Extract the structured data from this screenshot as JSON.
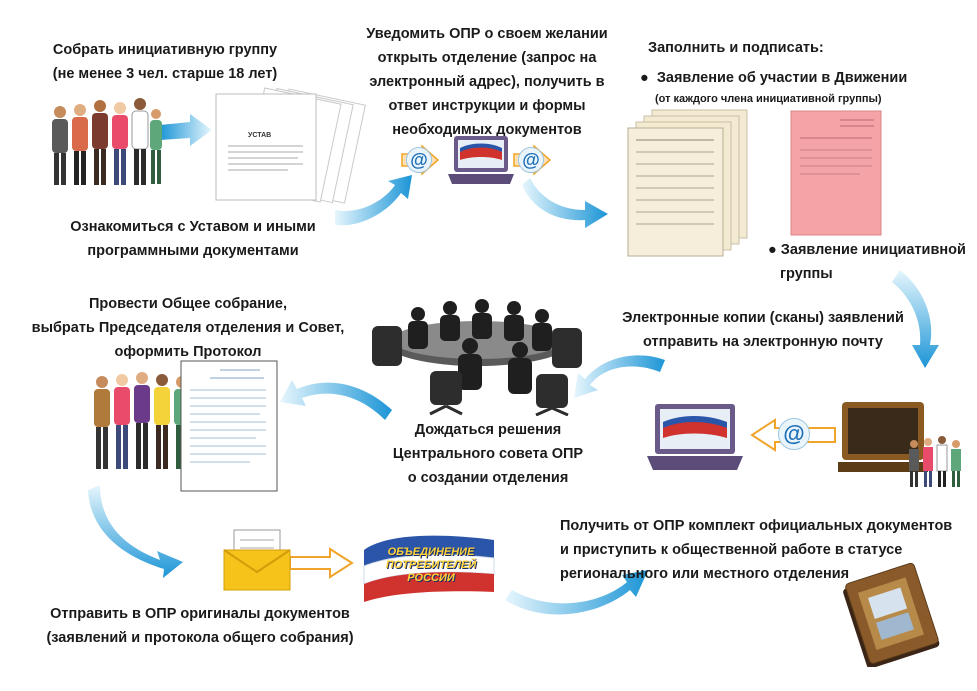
{
  "steps": {
    "s1": {
      "l1": "Собрать инициативную группу",
      "l2": "(не менее 3 чел. старше  18 лет)"
    },
    "s2": {
      "l1": "Ознакомиться с Уставом и иными",
      "l2": "программными документами"
    },
    "s3": {
      "l1": "Уведомить  ОПР о своем желании",
      "l2": "открыть отделение (запрос на",
      "l3": "электронный адрес), получить в",
      "l4": "ответ  инструкции и формы",
      "l5": "необходимых документов"
    },
    "s4": {
      "title": "Заполнить и подписать:",
      "b1": "Заявление об участии в Движении",
      "b1_note": "(от каждого члена инициативной группы)",
      "b2_l1": "Заявление инициативной",
      "b2_l2": "группы"
    },
    "s5": {
      "l1": "Электронные копии (сканы) заявлений",
      "l2": "отправить на электронную почту"
    },
    "s6": {
      "l1": "Дождаться решения",
      "l2": "Центрального совета ОПР",
      "l3": "о  создании отделения"
    },
    "s7": {
      "l1": "Провести  Общее собрание,",
      "l2": "выбрать Председателя отделения и Совет,",
      "l3": "оформить Протокол"
    },
    "s8": {
      "l1": "Отправить в ОПР оригиналы документов",
      "l2": "(заявлений и протокола общего собрания)"
    },
    "s9": {
      "l1": "Получить от ОПР комплект официальных документов",
      "l2": "и приступить к общественной работе в статусе",
      "l3": "регионального или местного отделения"
    }
  },
  "doc_labels": {
    "ustav": "УСТАВ",
    "logo_l1": "ОБЪЕДИНЕНИЕ",
    "logo_l2": "ПОТРЕБИТЕЛЕЙ",
    "logo_l3": "РОССИИ"
  },
  "icons": {
    "email": "@",
    "bullet": "●"
  },
  "colors": {
    "arrow": "#2fa3dc",
    "arrow_light": "#bfe7fa",
    "envelope": "#f6c31b",
    "pink_form": "#f4a3a7",
    "beige_form": "#f3ead2"
  }
}
